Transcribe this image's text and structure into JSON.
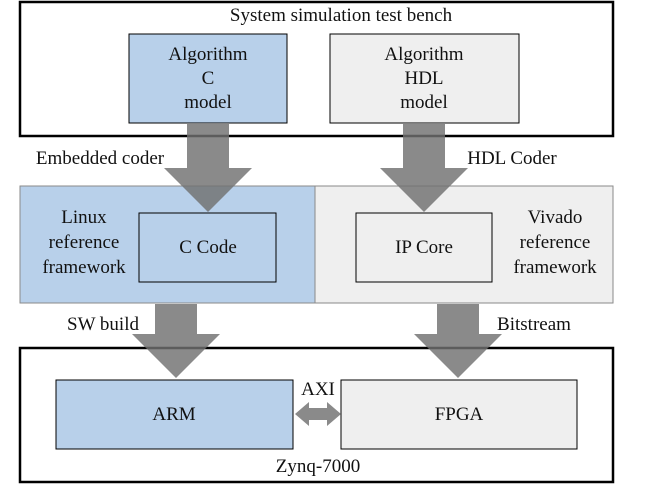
{
  "colors": {
    "blue_fill": "#b8d0ea",
    "grey_fill": "#efefef",
    "arrow": "#808080",
    "border": "#000000"
  },
  "bench": {
    "title": "System simulation test bench",
    "c_model": [
      "Algorithm",
      "C",
      "model"
    ],
    "hdl_model": [
      "Algorithm",
      "HDL",
      "model"
    ]
  },
  "coders": {
    "left": "Embedded coder",
    "right": "HDL Coder"
  },
  "frameworks": {
    "linux": [
      "Linux",
      "reference",
      "framework"
    ],
    "c_code": "C Code",
    "vivado": [
      "Vivado",
      "reference",
      "framework"
    ],
    "ip_core": "IP Core"
  },
  "builds": {
    "left": "SW build",
    "right": "Bitstream"
  },
  "zynq": {
    "arm": "ARM",
    "axi": "AXI",
    "fpga": "FPGA",
    "title": "Zynq-7000"
  }
}
